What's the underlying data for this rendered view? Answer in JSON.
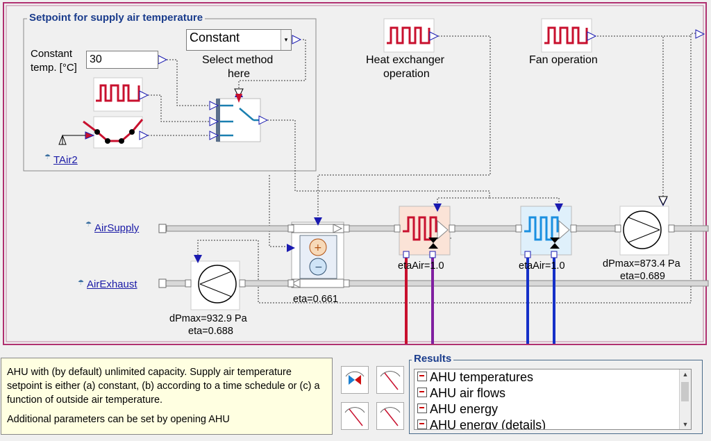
{
  "setpoint_panel": {
    "title": "Setpoint for supply air temperature",
    "constant_label_line1": "Constant",
    "constant_label_line2": "temp. [°C]",
    "constant_value": "30",
    "method_selected": "Constant",
    "method_label_line1": "Select method",
    "method_label_line2": "here",
    "outdoor_link": "TAir2"
  },
  "schedules": {
    "heat_exchanger_line1": "Heat exchanger",
    "heat_exchanger_line2": "operation",
    "fan_operation": "Fan operation"
  },
  "connections": {
    "air_supply": "AirSupply",
    "air_exhaust": "AirExhaust"
  },
  "components": {
    "heat_recovery_eta": "eta=0.661",
    "heating_coil_eta": "etaAir=1.0",
    "cooling_coil_eta": "etaAir=1.0",
    "supply_fan_dp": "dPmax=873.4 Pa",
    "supply_fan_eta": "eta=0.689",
    "exhaust_fan_dp": "dPmax=932.9 Pa",
    "exhaust_fan_eta": "eta=0.688"
  },
  "description": {
    "paragraph1": "AHU with (by default) unlimited capacity. Supply air temperature setpoint is either (a) constant, (b) according to a time schedule or (c) a function of outside air temperature.",
    "paragraph2": "Additional parameters can be set by opening AHU"
  },
  "results": {
    "title": "Results",
    "items": [
      "AHU temperatures",
      "AHU air flows",
      "AHU energy",
      "AHU energy (details)"
    ]
  },
  "colors": {
    "frame": "#b03070",
    "panel_title": "#1a3c8c",
    "link": "#1a1aa6",
    "hot_water": "#c8102e",
    "cold_water": "#1530c8",
    "port_blue": "#1a1ab0",
    "port_red": "#d01010"
  },
  "icons": [
    "schedule-icon",
    "switch-icon",
    "curve-icon",
    "heat-recovery-icon",
    "heating-coil-icon",
    "cooling-coil-icon",
    "fan-icon",
    "valve-icon",
    "gauge-icon",
    "weather-icon",
    "plot-icon"
  ]
}
